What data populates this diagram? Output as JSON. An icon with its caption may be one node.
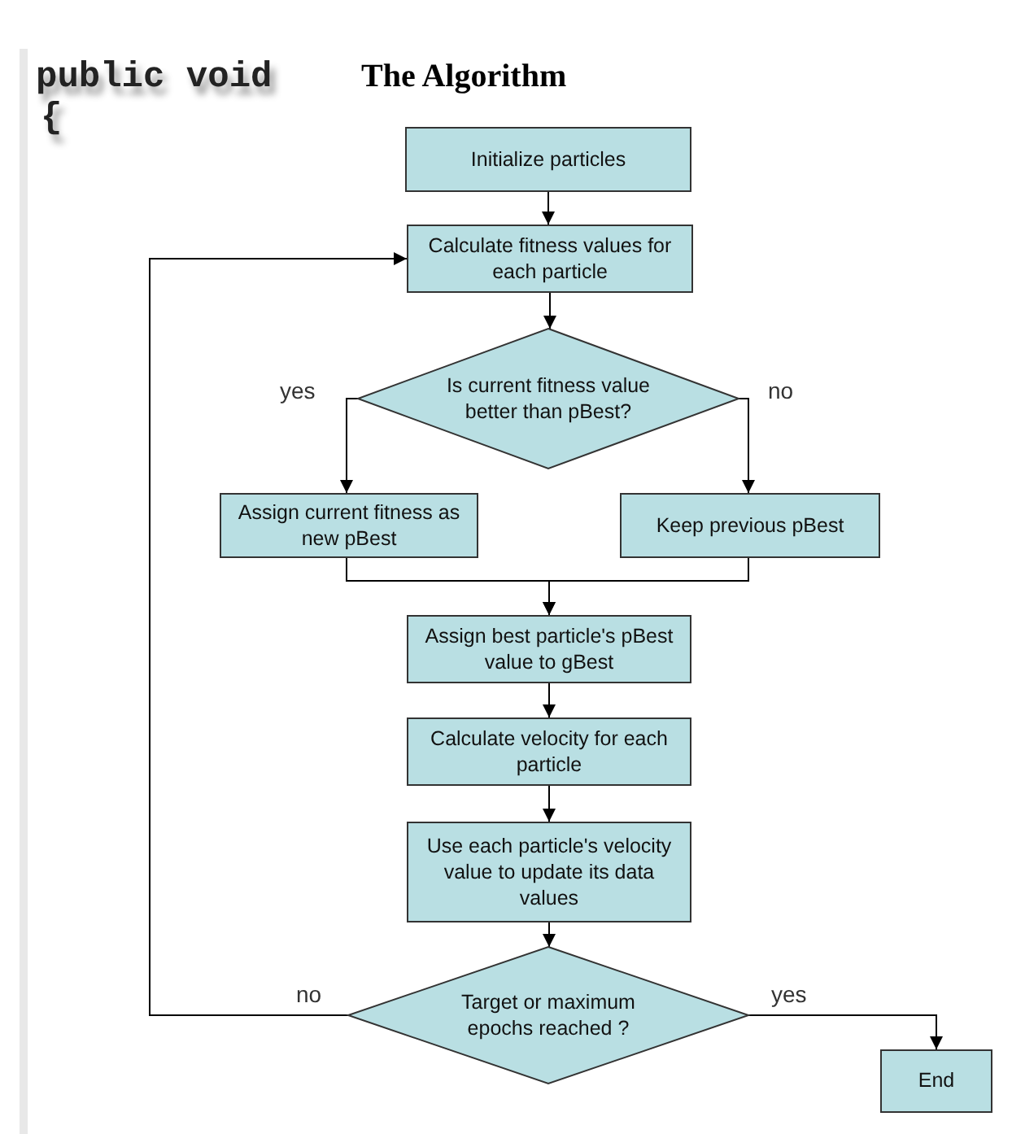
{
  "diagram": {
    "title": "The Algorithm",
    "nodes": [
      {
        "text": [
          "Initialize particles"
        ]
      },
      {
        "text": [
          "Calculate fitness values for each particle"
        ]
      },
      {
        "text": [
          "Is current fitness value better than pBest?"
        ]
      },
      {
        "text": [
          "Assign current fitness as new pBest"
        ]
      },
      {
        "text": [
          "Keep previous pBest"
        ]
      },
      {
        "text": [
          "Assign best particle's pBest value to gBest"
        ]
      },
      {
        "text": [
          "Calculate velocity for each particle"
        ]
      },
      {
        "text": [
          "Use each particle's velocity value to update its data values"
        ]
      },
      {
        "text": [
          "Target or maximum epochs reached ?"
        ]
      },
      {
        "text": [
          "End"
        ]
      }
    ],
    "edges": [
      {
        "from": 0,
        "to": 1,
        "arrow": "to"
      },
      {
        "from": 1,
        "to": 2,
        "arrow": "to"
      },
      {
        "from": 2,
        "to": 3,
        "arrow": "to",
        "label": "yes"
      },
      {
        "from": 2,
        "to": 4,
        "arrow": "to",
        "label": "no"
      },
      {
        "from": 3,
        "to": 5,
        "arrow": "to"
      },
      {
        "from": 4,
        "to": 5,
        "arrow": "to"
      },
      {
        "from": 5,
        "to": 6,
        "arrow": "to"
      },
      {
        "from": 6,
        "to": 7,
        "arrow": "to"
      },
      {
        "from": 7,
        "to": 8,
        "arrow": "to"
      },
      {
        "from": 8,
        "to": 9,
        "arrow": "to",
        "label": "yes"
      },
      {
        "from": 8,
        "to": 1,
        "arrow": "to",
        "label": "no"
      }
    ],
    "labels": [
      "public void",
      "{"
    ]
  }
}
